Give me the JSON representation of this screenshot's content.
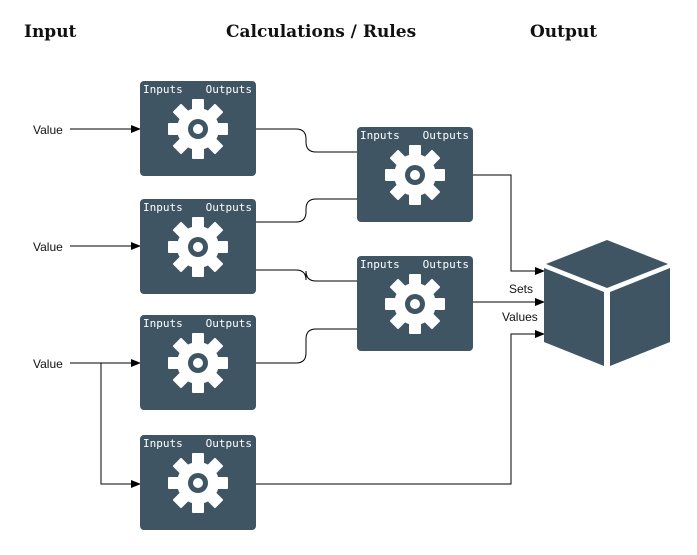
{
  "headings": {
    "input": "Input",
    "calculations": "Calculations / Rules",
    "output": "Output"
  },
  "inputs": [
    {
      "label": "Value"
    },
    {
      "label": "Value"
    },
    {
      "label": "Value"
    }
  ],
  "ports": {
    "inputs": "Inputs",
    "outputs": "Outputs"
  },
  "output": {
    "line1": "Sets",
    "line2": "Values"
  },
  "icons": {
    "rule": "gear-icon",
    "output": "cube-icon"
  },
  "colors": {
    "box": "#3f5564",
    "icon": "#ffffff",
    "line": "#000000",
    "text": "#111111"
  }
}
